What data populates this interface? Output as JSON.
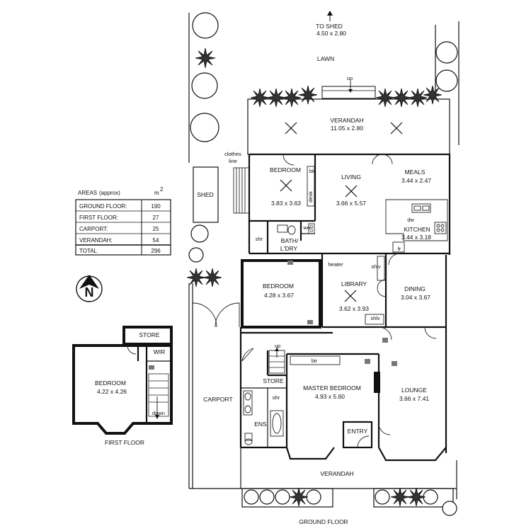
{
  "labels": {
    "to_shed": "TO SHED",
    "to_shed_dims": "4.50 x 2.80",
    "lawn": "LAWN",
    "up_top": "up",
    "verandah_top": "VERANDAH",
    "verandah_top_dims": "11.05 x 2.80",
    "clothes_line_1": "clothes",
    "clothes_line_2": "line",
    "shed": "SHED",
    "bedroom1": "BEDROOM",
    "bedroom1_dims": "3.83 x 3.63",
    "bir1": "bir",
    "desk": "desk",
    "living": "LIVING",
    "living_dims": "3.66 x 5.57",
    "meals": "MEALS",
    "meals_dims": "3.44 x 2.47",
    "dw": "dw",
    "kitchen": "KITCHEN",
    "kitchen_dims": "3.44 x 3.18",
    "fr": "fr",
    "shr1": "shr",
    "wc": "wc",
    "cb": "c/b",
    "bath_1": "BATH/",
    "bath_2": "L'DRY",
    "heater": "heater",
    "shlv1": "shlv",
    "shlv2": "shlv",
    "bedroom2": "BEDROOM",
    "bedroom2_dims": "4.28 x 3.67",
    "library": "LIBRARY",
    "library_dims": "3.62 x 3.93",
    "dining": "DINING",
    "dining_dims": "3.04 x 3.67",
    "up_mid": "up",
    "bir2": "bir",
    "store_gf": "STORE",
    "master": "MASTER BEDROOM",
    "master_dims": "4.93 x 5.60",
    "lounge": "LOUNGE",
    "lounge_dims": "3.66 x 7.41",
    "shr2": "shr",
    "ens": "ENS",
    "entry": "ENTRY",
    "carport": "CARPORT",
    "verandah_bottom": "VERANDAH",
    "ground_floor": "GROUND FLOOR",
    "store_ff": "STORE",
    "wir": "WIR",
    "bedroom_ff": "BEDROOM",
    "bedroom_ff_dims": "4.22 x 4.26",
    "down": "down",
    "first_floor": "FIRST FLOOR",
    "north": "N"
  },
  "areas": {
    "title": "AREAS",
    "title_note": "(approx)",
    "unit": "m",
    "unit_exp": "2",
    "rows": [
      {
        "name": "GROUND FLOOR:",
        "value": "190"
      },
      {
        "name": "FIRST FLOOR:",
        "value": "27"
      },
      {
        "name": "CARPORT:",
        "value": "25"
      },
      {
        "name": "VERANDAH:",
        "value": "54"
      }
    ],
    "total_label": "TOTAL",
    "total_value": "296"
  }
}
